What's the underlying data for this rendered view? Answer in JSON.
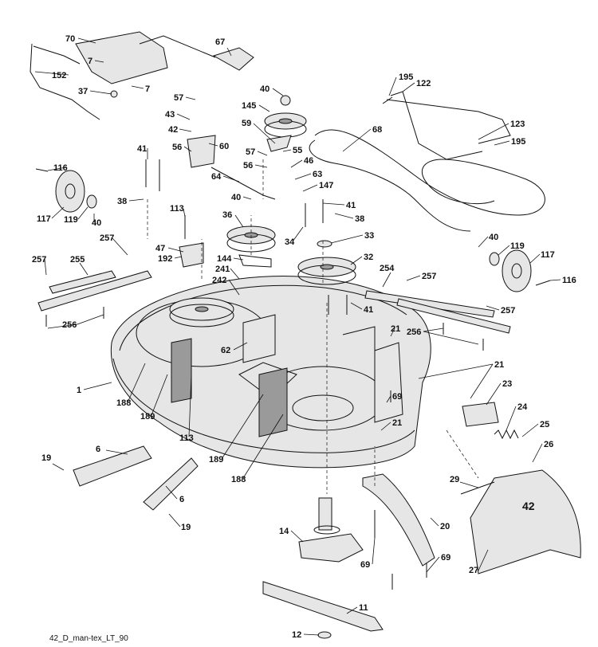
{
  "caption": "42_D_man-tex_LT_90",
  "deck_decal": "42",
  "callouts": [
    {
      "id": "70",
      "text": "70"
    },
    {
      "id": "67",
      "text": "67"
    },
    {
      "id": "152",
      "text": "152"
    },
    {
      "id": "7a",
      "text": "7"
    },
    {
      "id": "7b",
      "text": "7"
    },
    {
      "id": "37",
      "text": "37"
    },
    {
      "id": "57a",
      "text": "57"
    },
    {
      "id": "40a",
      "text": "40"
    },
    {
      "id": "145",
      "text": "145"
    },
    {
      "id": "195a",
      "text": "195"
    },
    {
      "id": "122",
      "text": "122"
    },
    {
      "id": "43",
      "text": "43"
    },
    {
      "id": "42",
      "text": "42"
    },
    {
      "id": "59",
      "text": "59"
    },
    {
      "id": "68",
      "text": "68"
    },
    {
      "id": "123",
      "text": "123"
    },
    {
      "id": "195b",
      "text": "195"
    },
    {
      "id": "41a",
      "text": "41"
    },
    {
      "id": "56a",
      "text": "56"
    },
    {
      "id": "60",
      "text": "60"
    },
    {
      "id": "57b",
      "text": "57"
    },
    {
      "id": "55",
      "text": "55"
    },
    {
      "id": "116a",
      "text": "116"
    },
    {
      "id": "56b",
      "text": "56"
    },
    {
      "id": "46",
      "text": "46"
    },
    {
      "id": "64",
      "text": "64"
    },
    {
      "id": "63",
      "text": "63"
    },
    {
      "id": "147",
      "text": "147"
    },
    {
      "id": "38a",
      "text": "38"
    },
    {
      "id": "40b",
      "text": "40"
    },
    {
      "id": "41b",
      "text": "41"
    },
    {
      "id": "117a",
      "text": "117"
    },
    {
      "id": "119a",
      "text": "119"
    },
    {
      "id": "40c",
      "text": "40"
    },
    {
      "id": "113a",
      "text": "113"
    },
    {
      "id": "36",
      "text": "36"
    },
    {
      "id": "38b",
      "text": "38"
    },
    {
      "id": "257a",
      "text": "257"
    },
    {
      "id": "33",
      "text": "33"
    },
    {
      "id": "34",
      "text": "34"
    },
    {
      "id": "40d",
      "text": "40"
    },
    {
      "id": "47",
      "text": "47"
    },
    {
      "id": "119b",
      "text": "119"
    },
    {
      "id": "257b",
      "text": "257"
    },
    {
      "id": "255",
      "text": "255"
    },
    {
      "id": "192",
      "text": "192"
    },
    {
      "id": "144",
      "text": "144"
    },
    {
      "id": "32",
      "text": "32"
    },
    {
      "id": "117b",
      "text": "117"
    },
    {
      "id": "254",
      "text": "254"
    },
    {
      "id": "241",
      "text": "241"
    },
    {
      "id": "242",
      "text": "242"
    },
    {
      "id": "116b",
      "text": "116"
    },
    {
      "id": "257c",
      "text": "257"
    },
    {
      "id": "41c",
      "text": "41"
    },
    {
      "id": "257d",
      "text": "257"
    },
    {
      "id": "256a",
      "text": "256"
    },
    {
      "id": "21a",
      "text": "21"
    },
    {
      "id": "256b",
      "text": "256"
    },
    {
      "id": "62",
      "text": "62"
    },
    {
      "id": "1",
      "text": "1"
    },
    {
      "id": "21b",
      "text": "21"
    },
    {
      "id": "69a",
      "text": "69"
    },
    {
      "id": "23",
      "text": "23"
    },
    {
      "id": "188a",
      "text": "188"
    },
    {
      "id": "189a",
      "text": "189"
    },
    {
      "id": "24",
      "text": "24"
    },
    {
      "id": "21c",
      "text": "21"
    },
    {
      "id": "25",
      "text": "25"
    },
    {
      "id": "113b",
      "text": "113"
    },
    {
      "id": "6a",
      "text": "6"
    },
    {
      "id": "26",
      "text": "26"
    },
    {
      "id": "19a",
      "text": "19"
    },
    {
      "id": "189b",
      "text": "189"
    },
    {
      "id": "188b",
      "text": "188"
    },
    {
      "id": "29",
      "text": "29"
    },
    {
      "id": "6b",
      "text": "6"
    },
    {
      "id": "20",
      "text": "20"
    },
    {
      "id": "19b",
      "text": "19"
    },
    {
      "id": "14",
      "text": "14"
    },
    {
      "id": "69b",
      "text": "69"
    },
    {
      "id": "69c",
      "text": "69"
    },
    {
      "id": "27",
      "text": "27"
    },
    {
      "id": "11",
      "text": "11"
    },
    {
      "id": "12",
      "text": "12"
    }
  ]
}
